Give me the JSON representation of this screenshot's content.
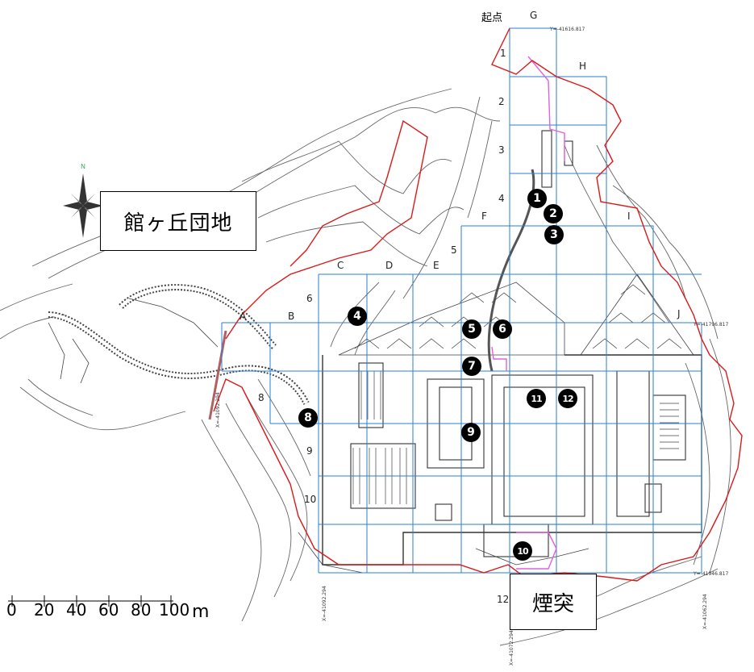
{
  "labels": {
    "danchi": "館ヶ丘団地",
    "chimney": "煙突",
    "start_point": "起点",
    "north": "N"
  },
  "scale": {
    "ticks": [
      "0",
      "20",
      "40",
      "60",
      "80",
      "100"
    ],
    "unit": "m"
  },
  "grid_columns": [
    "A",
    "B",
    "C",
    "D",
    "E",
    "F",
    "G",
    "H",
    "I",
    "J"
  ],
  "grid_rows": [
    "1",
    "2",
    "3",
    "4",
    "5",
    "6",
    "8",
    "9",
    "10",
    "12"
  ],
  "markers": [
    "1",
    "2",
    "3",
    "4",
    "5",
    "6",
    "7",
    "8",
    "9",
    "10",
    "11",
    "12"
  ],
  "coordinates": {
    "y_top": "Y=-41616.817",
    "y_mid": "Y=-41796.817",
    "y_bottom": "Y=-41946.817",
    "x_left": "X=-41092.294",
    "x_center": "X=-41072.294",
    "x_right": "X=-41062.294"
  },
  "colors": {
    "boundary": "#d91a1a",
    "grid": "#2a7fd4",
    "contour": "#555555",
    "pink": "#e060e0"
  }
}
